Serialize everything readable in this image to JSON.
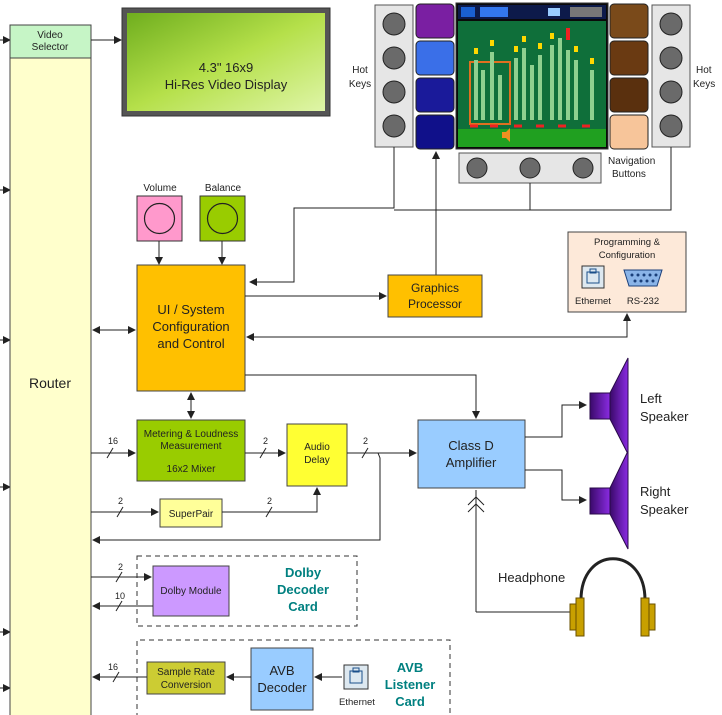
{
  "blocks": {
    "video_selector": [
      "Video",
      "Selector"
    ],
    "display": [
      "4.3\" 16x9",
      "Hi-Res Video Display"
    ],
    "router": "Router",
    "ui_control": [
      "UI / System",
      "Configuration",
      "and Control"
    ],
    "graphics": [
      "Graphics",
      "Processor"
    ],
    "metering": [
      "Metering & Loudness",
      "Measurement"
    ],
    "mixer": "16x2 Mixer",
    "audio_delay": [
      "Audio",
      "Delay"
    ],
    "superpair": "SuperPair",
    "amplifier": [
      "Class D",
      "Amplifier"
    ],
    "dolby_module": "Dolby Module",
    "src": [
      "Sample Rate",
      "Conversion"
    ],
    "avb_decoder": [
      "AVB",
      "Decoder"
    ]
  },
  "labels": {
    "volume": "Volume",
    "balance": "Balance",
    "hot_keys": [
      "Hot",
      "Keys"
    ],
    "hot_keys_right": [
      "Hot",
      "Keys"
    ],
    "nav_buttons": [
      "Navigation",
      "Buttons"
    ],
    "programming": [
      "Programming &",
      "Configuration"
    ],
    "ethernet": "Ethernet",
    "rs232": "RS-232",
    "left_speaker": [
      "Left",
      "Speaker"
    ],
    "right_speaker": [
      "Right",
      "Speaker"
    ],
    "headphone": "Headphone",
    "dolby_card": [
      "Dolby",
      "Decoder",
      "Card"
    ],
    "avb_card": [
      "AVB",
      "Listener",
      "Card"
    ],
    "avb_ethernet": "Ethernet"
  },
  "bus_widths": {
    "router_to_metering": "16",
    "metering_to_delay": "2",
    "delay_to_amp": "2",
    "router_to_superpair": "2",
    "superpair_to_delay": "2",
    "router_to_dolby": "2",
    "dolby_to_router": "10",
    "src_to_router": "16"
  },
  "colors": {
    "video_selector": "#c6f5c6",
    "display_green": "#8cc63f",
    "router_fill": "#ffffcc",
    "orange_block": "#ffc000",
    "green_block": "#99cc00",
    "audio_delay": "#ffff33",
    "superpair": "#ffff99",
    "amplifier": "#99ccff",
    "dolby_module": "#cc99ff",
    "src": "#cccc33",
    "avb_decoder": "#99ccff",
    "volume_knob": "#ff99cc",
    "balance_knob": "#99cc00",
    "speaker": "#8a2be2",
    "headphone_cup": "#c8a000",
    "card_text": "#008080",
    "programming_box": "#fde9d9"
  }
}
